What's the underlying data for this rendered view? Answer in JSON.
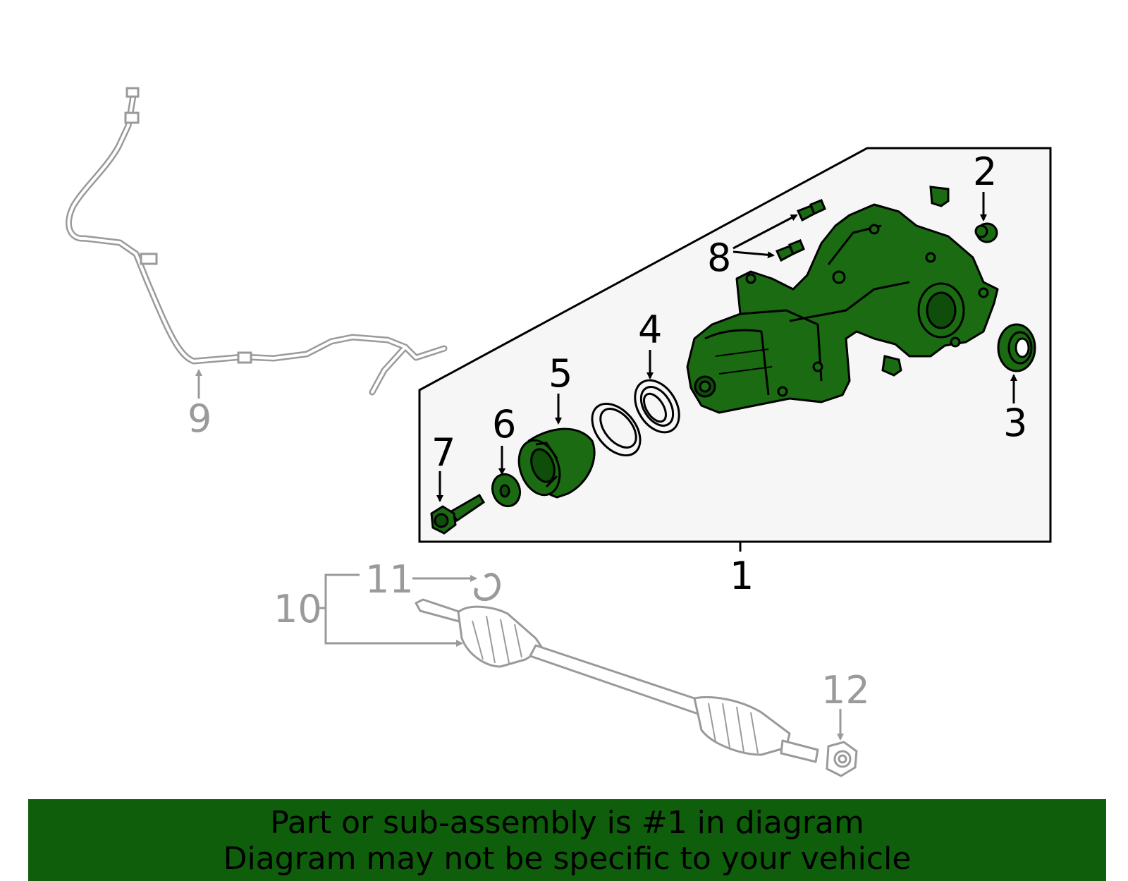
{
  "callouts": {
    "c1": "1",
    "c2": "2",
    "c3": "3",
    "c4": "4",
    "c5": "5",
    "c6": "6",
    "c7": "7",
    "c8": "8",
    "c9": "9",
    "c10": "10",
    "c11": "11",
    "c12": "12"
  },
  "banner": {
    "line1": "Part or sub-assembly is #1 in diagram",
    "line2": "Diagram may not be specific to your vehicle"
  },
  "colors": {
    "highlight": "#0e5e0b",
    "part_fill": "#1a6b12",
    "panel": "#f6f6f6",
    "muted": "#9a9a9a"
  },
  "icons": [
    "differential-housing-icon",
    "drive-axle-shaft-icon",
    "vent-hose-icon",
    "flange-nut-icon"
  ]
}
